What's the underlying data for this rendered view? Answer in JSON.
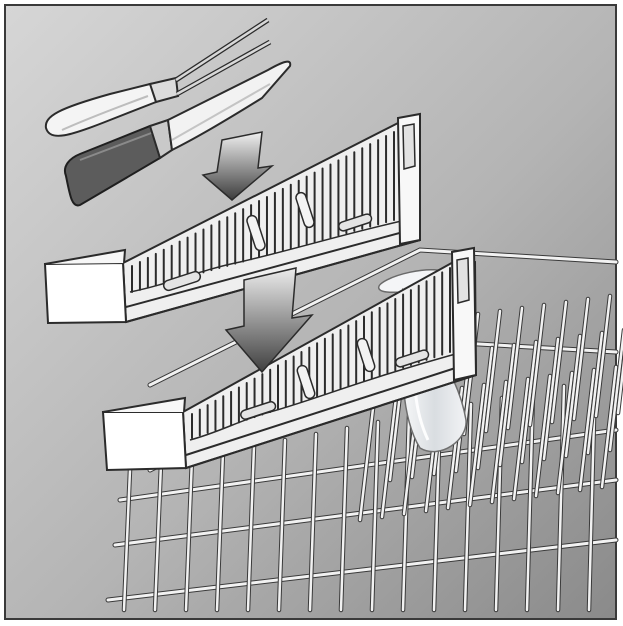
{
  "image": {
    "kind": "dishwasher-instruction-illustration",
    "text_labels": []
  },
  "colors": {
    "frame": "#3a3a3a",
    "background_light": "#cdcdcd",
    "background_dark": "#8d8d8d",
    "tray_fill": "#f4f4f4",
    "tray_shadow": "#c8c8c8",
    "outline": "#2b2b2b",
    "rack_wire": "#f2f2f2",
    "arrow_light": "#e6e6e6",
    "arrow_dark": "#4a4a4a",
    "glass": "#e9ecef"
  },
  "objects": [
    {
      "id": "carving-fork",
      "icon": "fork-icon"
    },
    {
      "id": "carving-knife",
      "icon": "knife-icon"
    },
    {
      "id": "upper-arrow",
      "icon": "arrow-down-icon"
    },
    {
      "id": "cutlery-tray-upper",
      "icon": "tray-icon"
    },
    {
      "id": "lower-arrow",
      "icon": "arrow-down-icon"
    },
    {
      "id": "cutlery-tray-lower",
      "icon": "tray-icon"
    },
    {
      "id": "wine-glass",
      "icon": "glass-icon"
    },
    {
      "id": "dish-rack",
      "icon": "rack-icon"
    }
  ]
}
